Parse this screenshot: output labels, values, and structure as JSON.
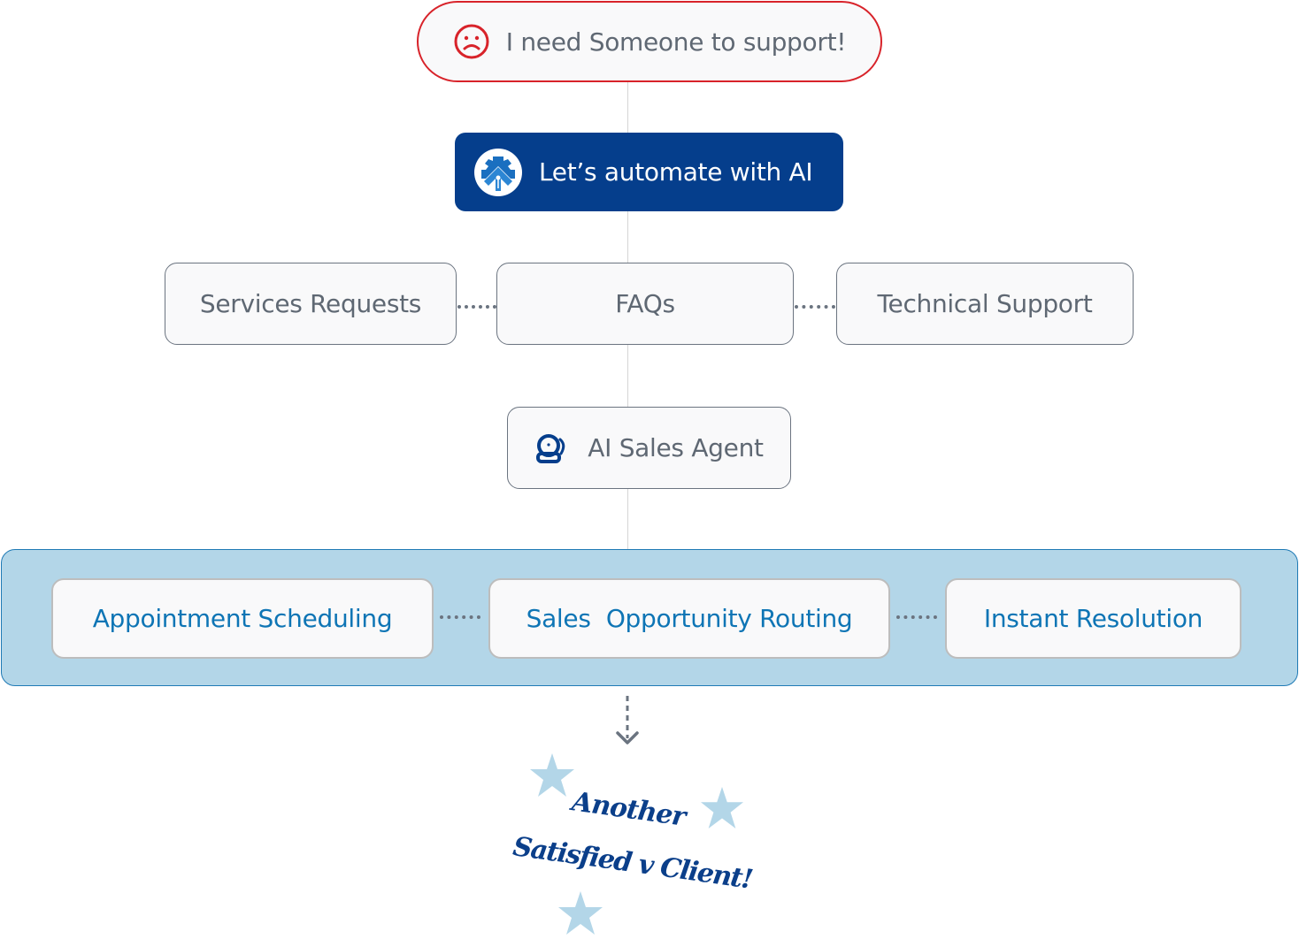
{
  "diagram": {
    "problem": {
      "label": "I need Someone to support!",
      "icon": "sad-face-icon"
    },
    "automate": {
      "label": "Let’s automate with AI",
      "icon": "gear-arrow-logo-icon"
    },
    "categories": [
      {
        "label": "Services Requests"
      },
      {
        "label": "FAQs"
      },
      {
        "label": "Technical Support"
      }
    ],
    "agent": {
      "label": "AI Sales Agent",
      "icon": "bell-icon"
    },
    "outcomes": [
      {
        "label": "Appointment Scheduling"
      },
      {
        "label": "Sales  Opportunity Routing"
      },
      {
        "label": "Instant Resolution"
      }
    ],
    "result": {
      "line1": "Another",
      "line2": "Satisfied v Client!",
      "icon": "star-icon"
    },
    "colors": {
      "alert_red": "#d8232a",
      "brand_navy": "#053e8c",
      "outcome_blue": "#0e75b5",
      "band_fill": "#b3d6e8",
      "star_blue": "#b3d6e8",
      "text_gray": "#5f6873"
    }
  }
}
